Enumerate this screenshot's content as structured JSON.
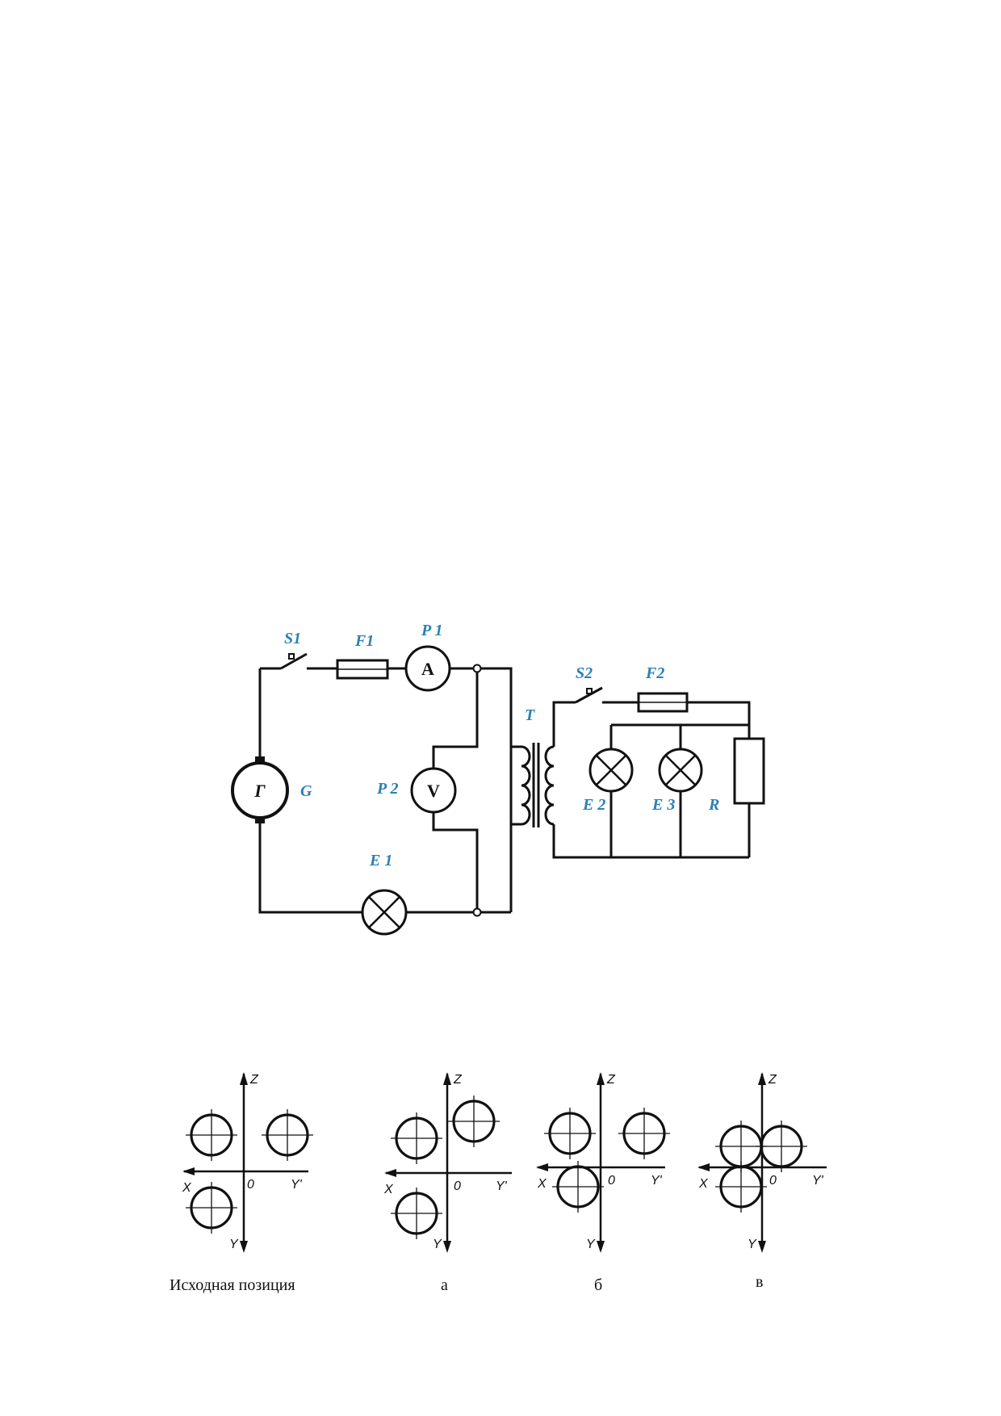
{
  "circuit": {
    "labels": {
      "s1": "S1",
      "f1": "F1",
      "p1": "P 1",
      "s2": "S2",
      "f2": "F2",
      "t": "T",
      "g": "G",
      "p2": "P 2",
      "e1": "E 1",
      "e2": "E 2",
      "e3": "E 3",
      "r": "R"
    },
    "symbols": {
      "generator": "Г",
      "ammeter": "A",
      "voltmeter": "V"
    },
    "label_color": "#2a7fb5"
  },
  "positions": {
    "axis_labels": {
      "z": "Z",
      "x": "X",
      "y_prime": "Y'",
      "origin": "0",
      "y": "Y"
    },
    "panels": [
      {
        "caption": "Исходная позиция"
      },
      {
        "caption": "а"
      },
      {
        "caption": "б"
      },
      {
        "caption": "в"
      }
    ]
  }
}
